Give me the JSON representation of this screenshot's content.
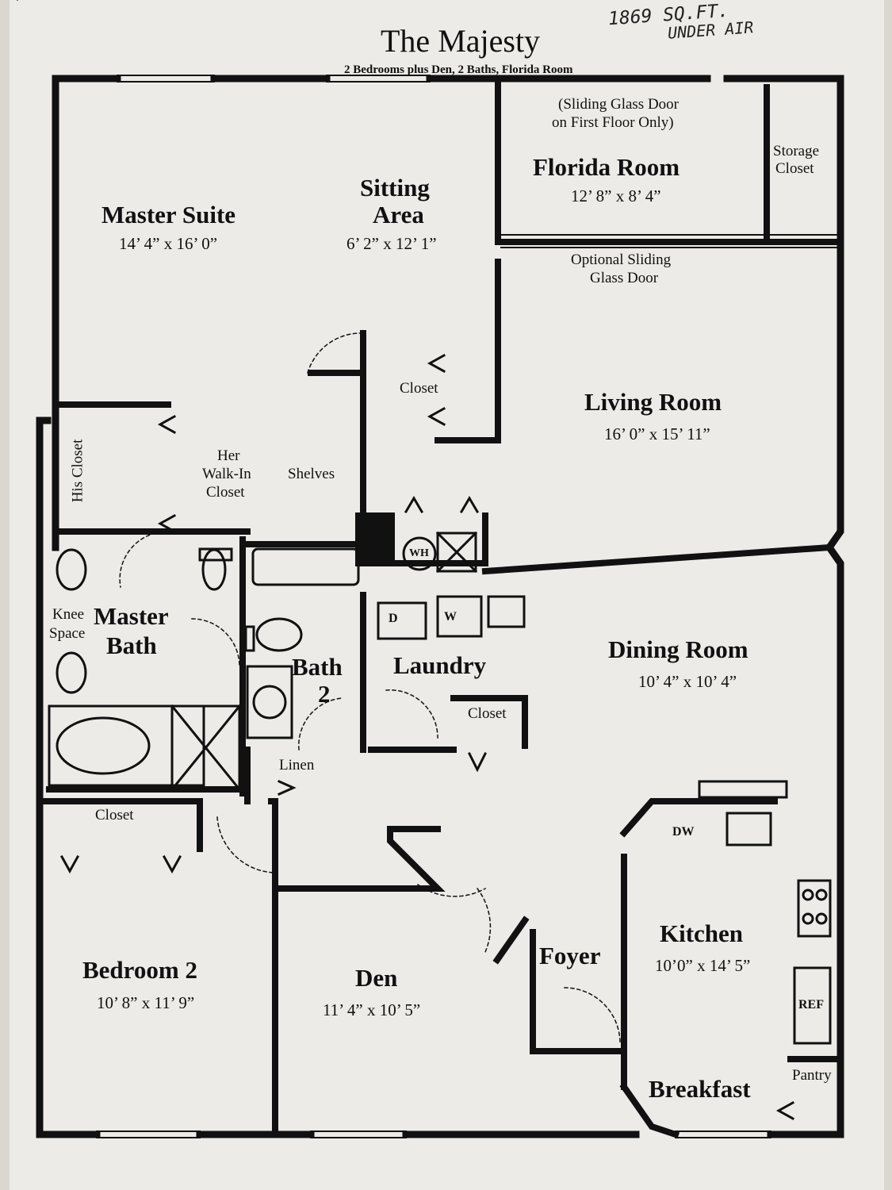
{
  "header": {
    "title": "The Majesty",
    "subtitle": "2 Bedrooms plus Den, 2 Baths, Florida Room",
    "handwritten_line1": "1869 SQ.FT.",
    "handwritten_line2": "UNDER AIR"
  },
  "rooms": {
    "master_suite": {
      "name": "Master Suite",
      "dims": "14’ 4” x 16’ 0”"
    },
    "sitting_area": {
      "name_line1": "Sitting",
      "name_line2": "Area",
      "dims": "6’ 2” x 12’ 1”"
    },
    "florida_room": {
      "name": "Florida Room",
      "dims": "12’ 8” x 8’ 4”",
      "note_line1": "(Sliding Glass Door",
      "note_line2": "on First Floor Only)"
    },
    "storage_closet": {
      "line1": "Storage",
      "line2": "Closet"
    },
    "living_room": {
      "name": "Living Room",
      "dims": "16’ 0” x 15’ 11”",
      "note_line1": "Optional Sliding",
      "note_line2": "Glass Door"
    },
    "closet_upper": {
      "name": "Closet"
    },
    "her_closet": {
      "line1": "Her",
      "line2": "Walk-In",
      "line3": "Closet",
      "shelves": "Shelves"
    },
    "his_closet": {
      "name": "His Closet"
    },
    "master_bath": {
      "line1": "Master",
      "line2": "Bath",
      "knee_line1": "Knee",
      "knee_line2": "Space"
    },
    "bath2": {
      "line1": "Bath",
      "line2": "2"
    },
    "laundry": {
      "name": "Laundry",
      "wh": "WH",
      "dryer": "D",
      "washer": "W",
      "closet": "Closet"
    },
    "linen": {
      "name": "Linen"
    },
    "dining_room": {
      "name": "Dining Room",
      "dims": "10’ 4” x 10’ 4”"
    },
    "closet_bed2": {
      "name": "Closet"
    },
    "bedroom2": {
      "name": "Bedroom 2",
      "dims": "10’ 8” x 11’ 9”"
    },
    "den": {
      "name": "Den",
      "dims": "11’ 4” x 10’ 5”"
    },
    "foyer": {
      "name": "Foyer"
    },
    "kitchen": {
      "name": "Kitchen",
      "dims": "10’0” x 14’ 5”",
      "dw": "DW",
      "ref": "REF"
    },
    "breakfast": {
      "name": "Breakfast",
      "pantry": "Pantry"
    }
  }
}
